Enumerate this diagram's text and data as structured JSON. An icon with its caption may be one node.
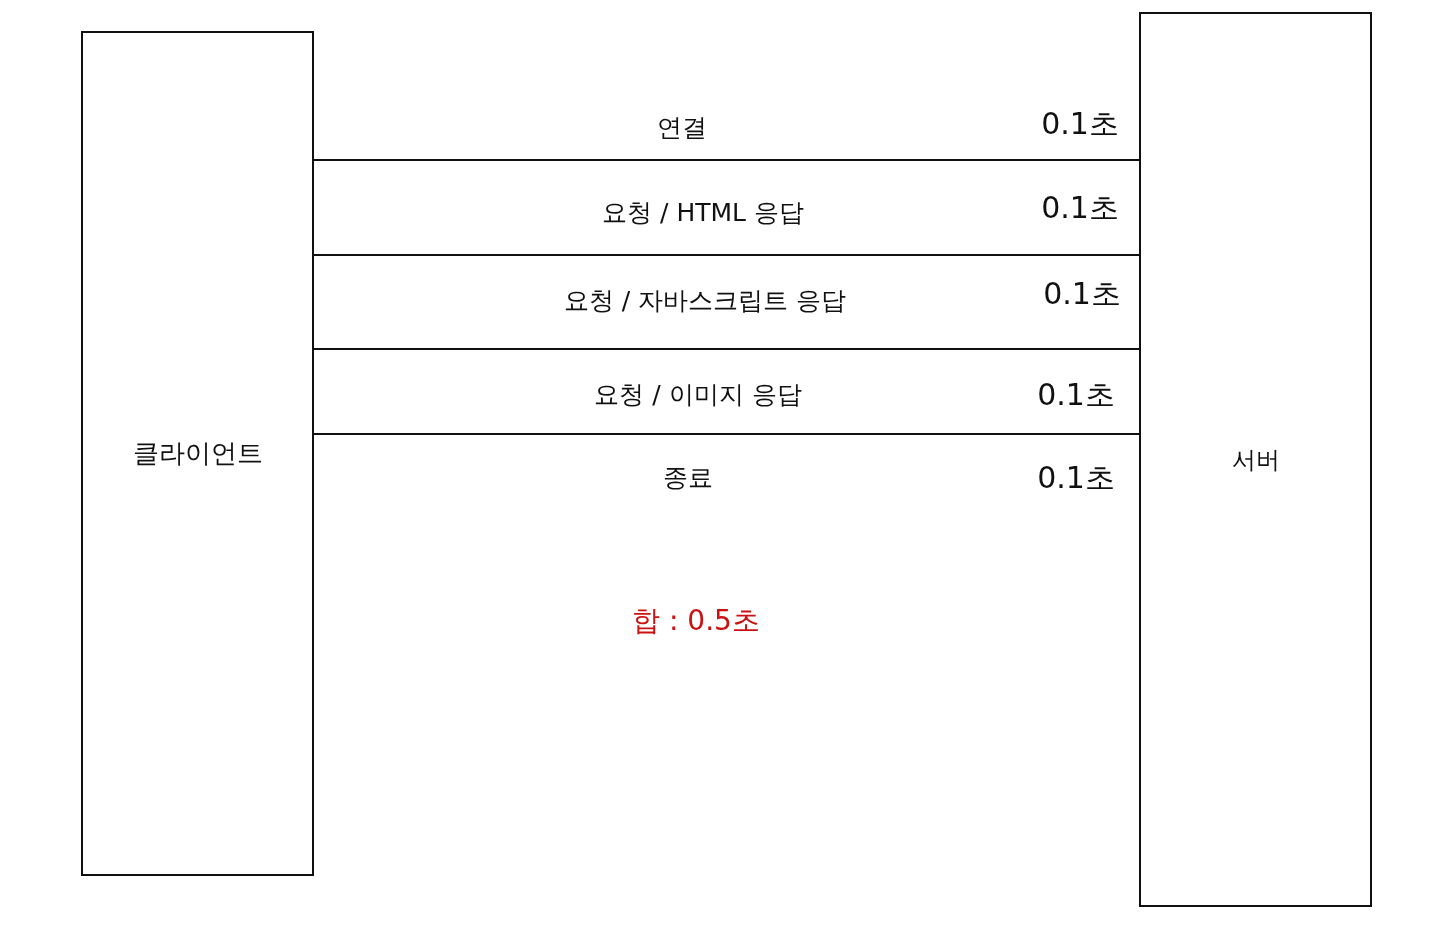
{
  "diagram": {
    "nodes": [
      {
        "text": [
          "클라이언트"
        ]
      },
      {
        "text": [
          "서버"
        ]
      }
    ],
    "edges": [
      {
        "from": 0,
        "to": 1,
        "arrow": "none",
        "label": "연결"
      },
      {
        "from": 0,
        "to": 1,
        "arrow": "none",
        "label": "요청 / HTML 응답"
      },
      {
        "from": 0,
        "to": 1,
        "arrow": "none",
        "label": "요청 / 자바스크립트 응답"
      },
      {
        "from": 0,
        "to": 1,
        "arrow": "none",
        "label": "요청 / 이미지 응답"
      }
    ],
    "labels": [
      "0.1초",
      "0.1초",
      "0.1초",
      "0.1초",
      "종료",
      "0.1초",
      "합 : 0.5초"
    ]
  }
}
